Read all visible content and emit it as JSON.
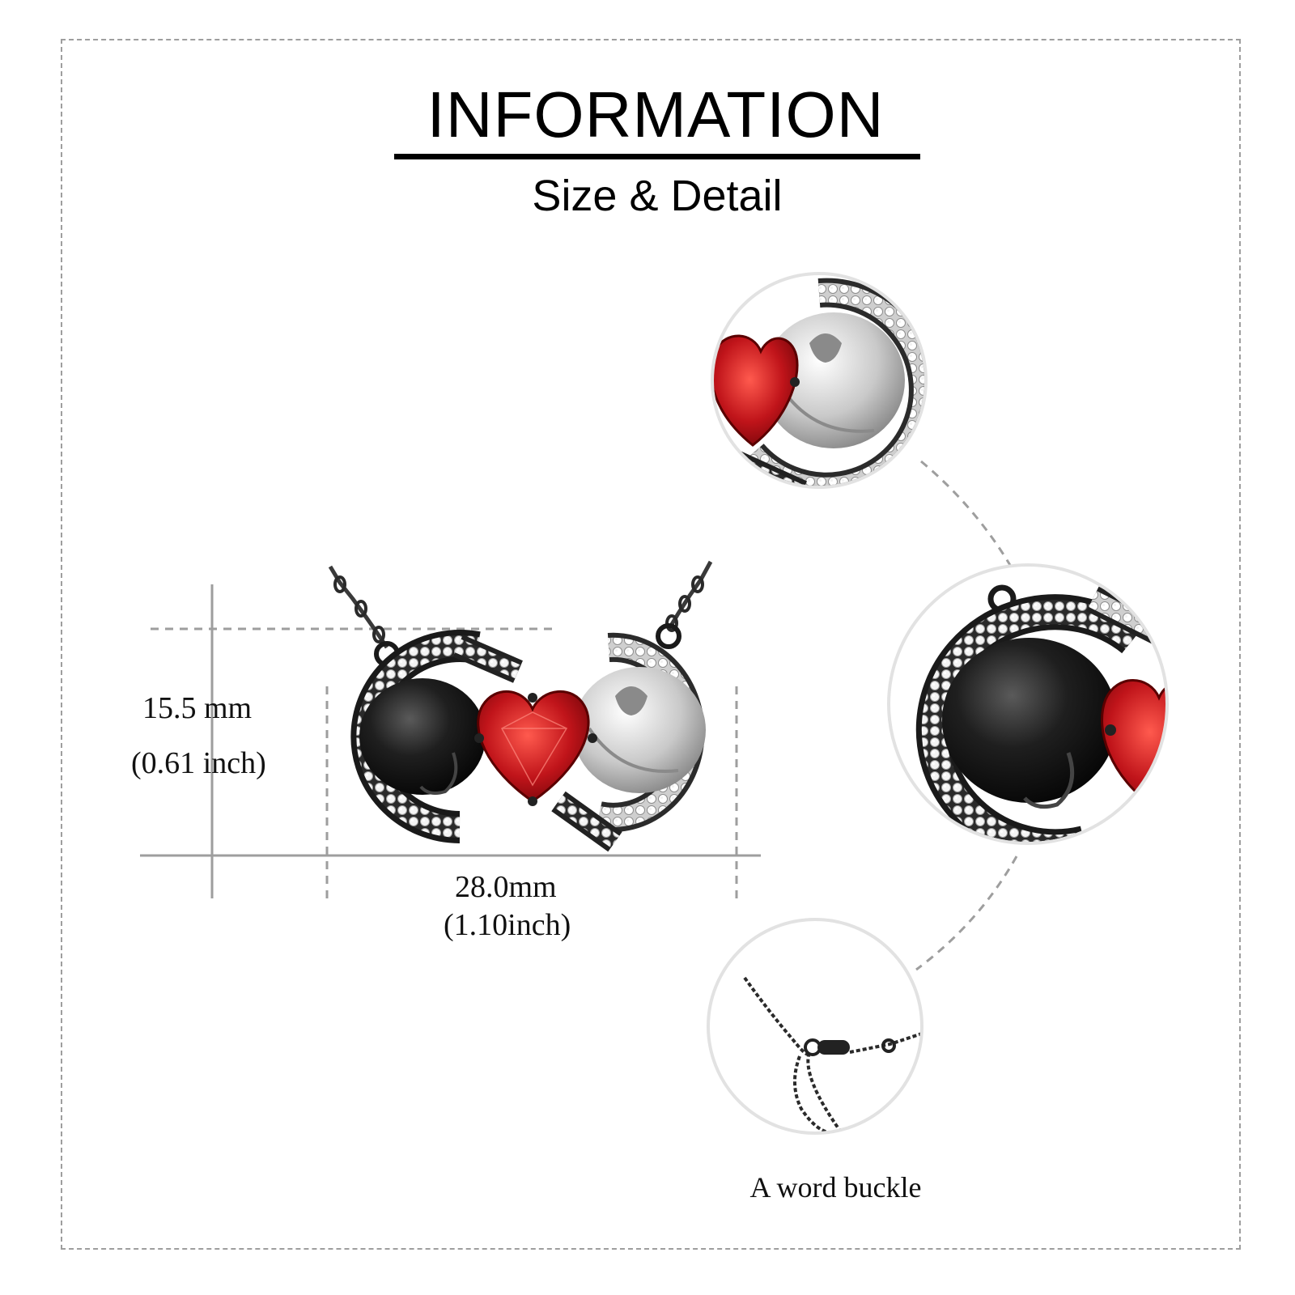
{
  "header": {
    "title": "INFORMATION",
    "subtitle": "Size & Detail"
  },
  "dimensions": {
    "height_mm": "15.5 mm",
    "height_inch": "(0.61 inch)",
    "width_mm": "28.0mm",
    "width_inch": "(1.10inch)"
  },
  "details": {
    "clasp_caption": "A word buckle"
  },
  "colors": {
    "garnet": "#c0141a",
    "black_metal": "#1a1a1a",
    "silver": "#cfcfcf",
    "guide_line": "#9e9e9e"
  },
  "images": [
    {
      "name": "product-pendant-image",
      "description_icon": "skull-heart-pendant"
    },
    {
      "name": "zoom-detail-silver-skull",
      "description_icon": "silver-skull-heart"
    },
    {
      "name": "zoom-detail-black-skull",
      "description_icon": "black-skull-heart"
    },
    {
      "name": "zoom-detail-clasp",
      "description_icon": "lobster-clasp"
    }
  ]
}
